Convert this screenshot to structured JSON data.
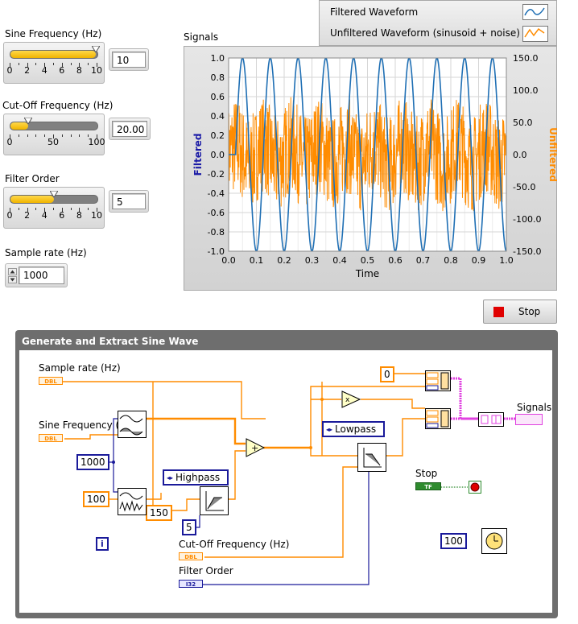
{
  "front_panel": {
    "sine_frequency": {
      "label": "Sine Frequency (Hz)",
      "value": "10",
      "fraction": 0.98,
      "ticks": [
        "0",
        "2",
        "4",
        "6",
        "8",
        "10"
      ]
    },
    "cutoff_frequency": {
      "label": "Cut-Off Frequency (Hz)",
      "value": "20.00",
      "fraction": 0.2,
      "ticks": [
        "0",
        "50",
        "100"
      ]
    },
    "filter_order": {
      "label": "Filter Order",
      "value": "5",
      "fraction": 0.5,
      "ticks": [
        "0",
        "2",
        "4",
        "6",
        "8",
        "10"
      ]
    },
    "sample_rate": {
      "label": "Sample rate (Hz)",
      "value": "1000"
    },
    "stop_button": {
      "label": "Stop",
      "color": "#e00000"
    }
  },
  "chart_data": {
    "type": "line",
    "title": "Signals",
    "xlabel": "Time",
    "ylabel": "Filtered",
    "y2label": "Unfiltered",
    "xlim": [
      0,
      1
    ],
    "ylim": [
      -1,
      1
    ],
    "y2lim": [
      -150,
      150
    ],
    "x_ticks": [
      "0.0",
      "0.1",
      "0.2",
      "0.3",
      "0.4",
      "0.5",
      "0.6",
      "0.7",
      "0.8",
      "0.9",
      "1.0"
    ],
    "y_ticks": [
      "1.0",
      "0.8",
      "0.6",
      "0.4",
      "0.2",
      "0.0",
      "-0.2",
      "-0.4",
      "-0.6",
      "-0.8",
      "-1.0"
    ],
    "y2_ticks": [
      "150.0",
      "100.0",
      "50.0",
      "0.0",
      "-50.0",
      "-100.0",
      "-150.0"
    ],
    "grid": true,
    "legend_position": "top-right",
    "series": [
      {
        "name": "Filtered Waveform",
        "color": "#1f6fb4",
        "axis": "left",
        "frequency_hz": 10,
        "amplitude": 1.0
      },
      {
        "name": "Unfiltered Waveform (sinusoid + noise)",
        "color": "#ff8c00",
        "axis": "right",
        "frequency_hz": 10,
        "amplitude": 100
      }
    ]
  },
  "block_diagram": {
    "title": "Generate and Extract Sine Wave",
    "labels": {
      "sample_rate": "Sample rate (Hz)",
      "sine_frequency": "Sine Frequency (Hz)",
      "cutoff_frequency": "Cut-Off Frequency (Hz)",
      "filter_order": "Filter Order",
      "signals": "Signals",
      "stop": "Stop"
    },
    "terminals": {
      "dbl": "DBL",
      "i32": "I32",
      "tf": "TF"
    },
    "constants": {
      "c1000": "1000",
      "c100": "100",
      "c150": "150",
      "c5": "5",
      "c0": "0",
      "c100_wait": "100",
      "info": "i"
    },
    "filters": {
      "highpass": "Highpass",
      "lowpass": "Lowpass"
    },
    "colors": {
      "orange_wire": "#ff8c00",
      "blue_wire": "#1a1a9a",
      "pink_wire": "#e040e0",
      "green_wire": "#2e8b2e",
      "frame_gray": "#6e6e6e"
    }
  }
}
